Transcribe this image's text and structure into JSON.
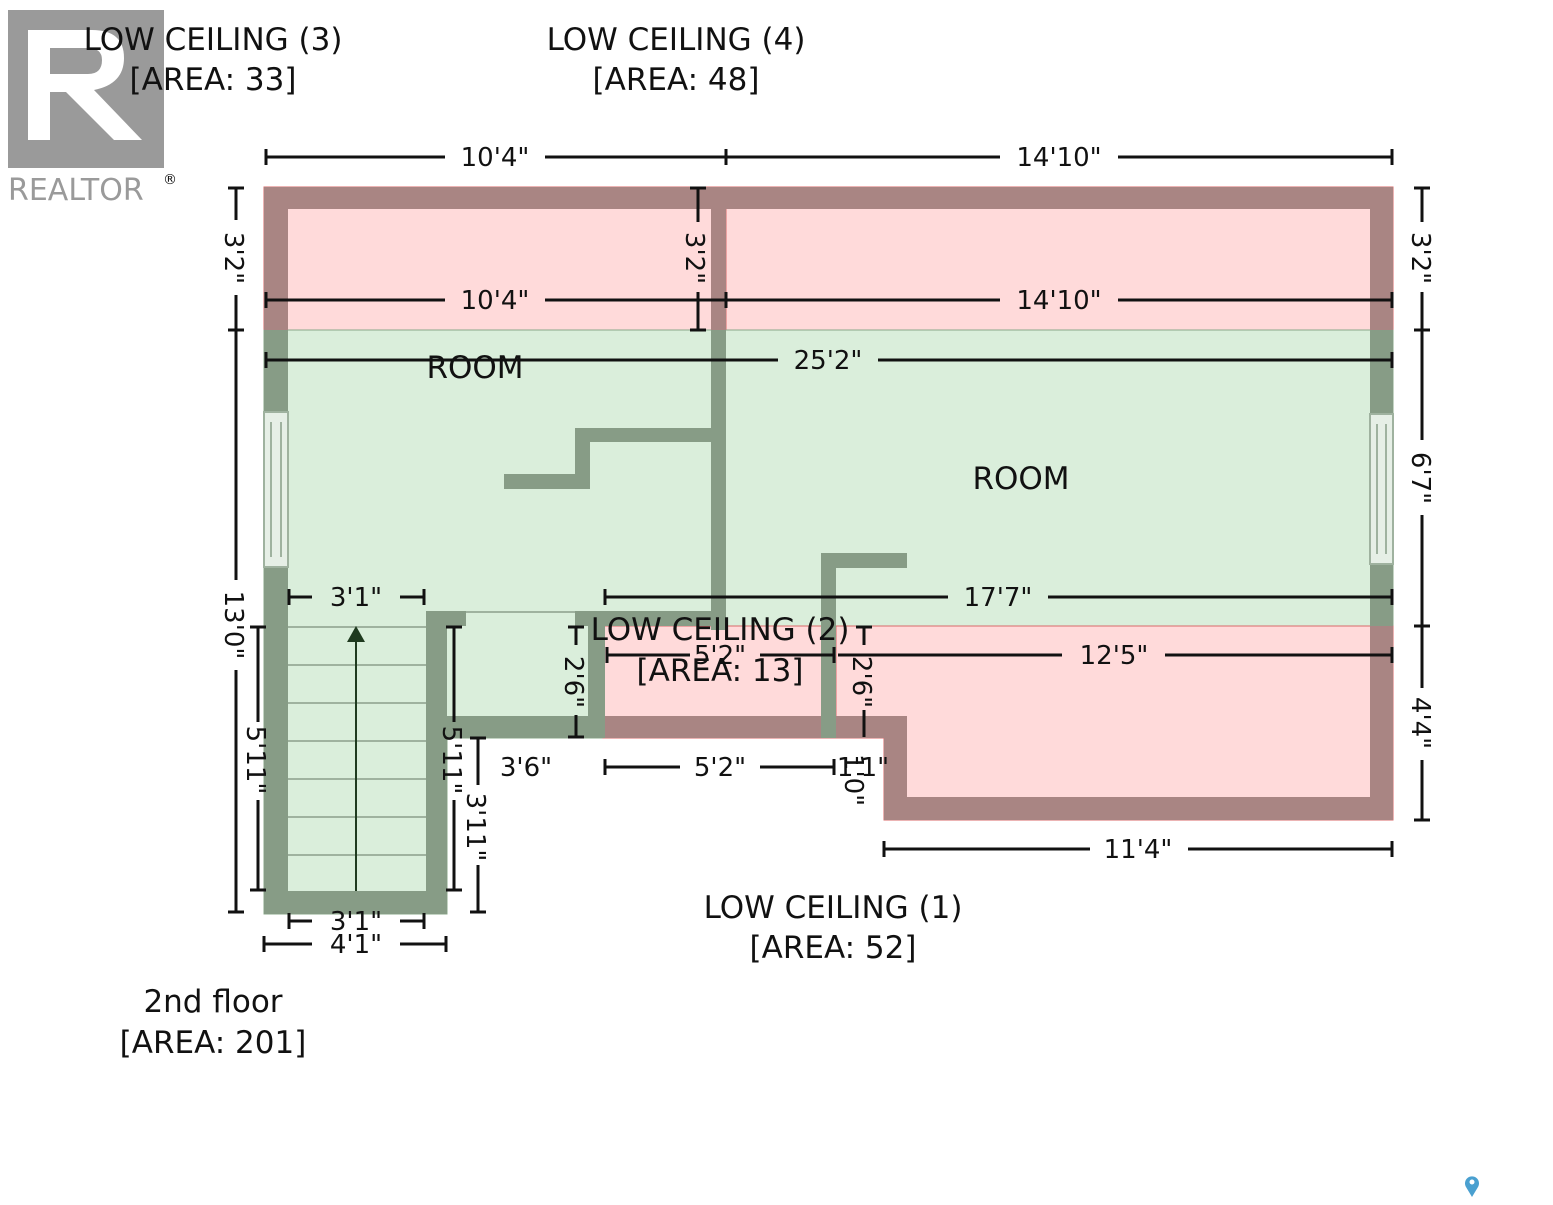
{
  "logo": {
    "brand": "REALTOR",
    "registered": "®"
  },
  "labels": {
    "lc3_title": "LOW CEILING (3)",
    "lc3_area": "[AREA: 33]",
    "lc4_title": "LOW CEILING (4)",
    "lc4_area": "[AREA: 48]",
    "lc2_title": "LOW CEILING (2)",
    "lc2_area": "[AREA: 13]",
    "lc1_title": "LOW CEILING (1)",
    "lc1_area": "[AREA: 52]",
    "room_left": "ROOM",
    "room_right": "ROOM",
    "floor_title": "2nd floor",
    "floor_area": "[AREA: 201]"
  },
  "dimensions": {
    "top_left": "10'4\"",
    "top_right": "14'10\"",
    "inner_left": "10'4\"",
    "inner_right": "14'10\"",
    "overall_width": "25'2\"",
    "left_top": "3'2\"",
    "mid_top": "3'2\"",
    "right_top": "3'2\"",
    "left_overall": "13'0\"",
    "right_mid": "6'7\"",
    "right_bottom": "4'4\"",
    "stair_width_top": "3'1\"",
    "mid_span": "17'7\"",
    "lc2_width": "5'2\"",
    "lc1_width": "12'5\"",
    "alcove_depth_left": "2'6\"",
    "alcove_depth_right": "2'6\"",
    "notch_left": "3'6\"",
    "notch_mid": "5'2\"",
    "notch_right": "1'1\"",
    "notch_depth": "1'0\"",
    "bottom_right": "11'4\"",
    "stair_depth": "5'11\"",
    "stair_inner_depth": "5'11\"",
    "stair_lower": "3'11\"",
    "stair_width_bottom": "3'1\"",
    "stair_outer_width": "4'1\""
  },
  "colors": {
    "low_ceiling_fill": "#ffdada",
    "room_fill": "#daeedb",
    "low_ceiling_wall": "#a98583",
    "room_wall": "#879c86",
    "dimension_line": "#111111"
  },
  "icons": {
    "logo": "realtor-logo-icon",
    "stair_arrow": "stair-direction-arrow-icon",
    "map_pin": "map-pin-icon"
  }
}
